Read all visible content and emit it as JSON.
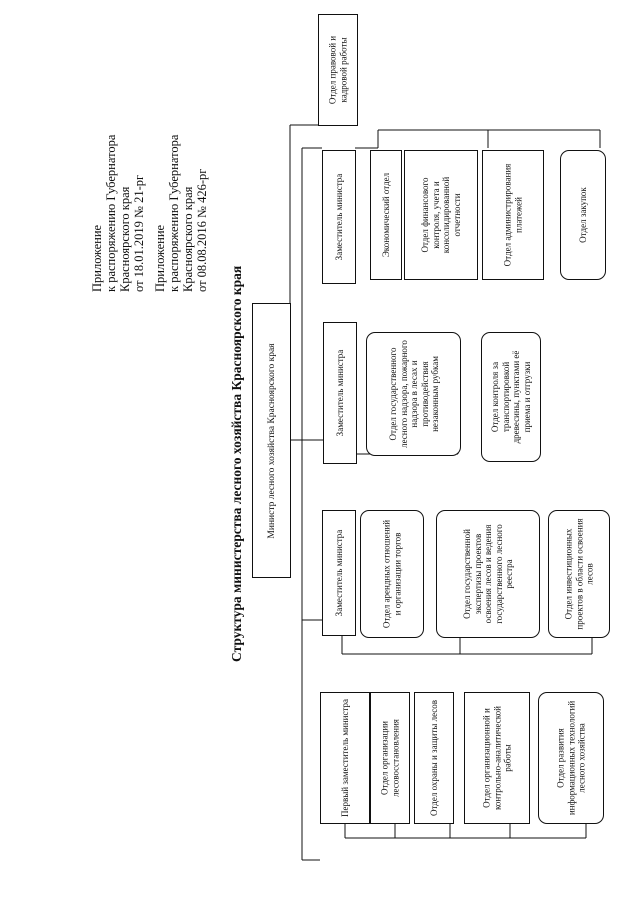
{
  "annotations": {
    "current": [
      "Приложение",
      "к распоряжению Губернатора",
      "Красноярского края",
      "от 18.01.2019 № 21-рг"
    ],
    "previous": [
      "Приложение",
      "к распоряжению Губернатора",
      "Красноярского края",
      "от 08.08.2016 № 426-рг"
    ]
  },
  "title": "Структура министерства лесного хозяйства Красноярского края",
  "minister": "Министр лесного хозяйства Красноярского края",
  "legal_dept": "Отдел правовой и кадровой работы",
  "branches": [
    {
      "head": "Первый заместитель министра",
      "departments": [
        "Отдел организации лесовосстановления",
        "Отдел охраны и защиты лесов",
        "Отдел организационной и контрольно-аналитической работы",
        "Отдел развития информационных технологий лесного хозяйства"
      ]
    },
    {
      "head": "Заместитель министра",
      "departments": [
        "Отдел арендных отношений и организации торгов",
        "Отдел государственной экспертизы проектов освоения лесов и ведения государственного лесного реестра",
        "Отдел инвестиционных проектов в области освоения лесов"
      ]
    },
    {
      "head": "Заместитель министра",
      "departments": [
        "Отдел государственного лесного надзора, пожарного надзора в лесах и противодействия незаконным рубкам",
        "Отдел контроля за транспортировкой древесины, пунктами её приема и отгрузки"
      ]
    },
    {
      "head": "Заместитель министра",
      "departments": [
        "Экономический отдел",
        "Отдел финансового контроля, учета и консолидированной отчетности",
        "Отдел администрирования платежей",
        "Отдел закупок"
      ]
    }
  ]
}
